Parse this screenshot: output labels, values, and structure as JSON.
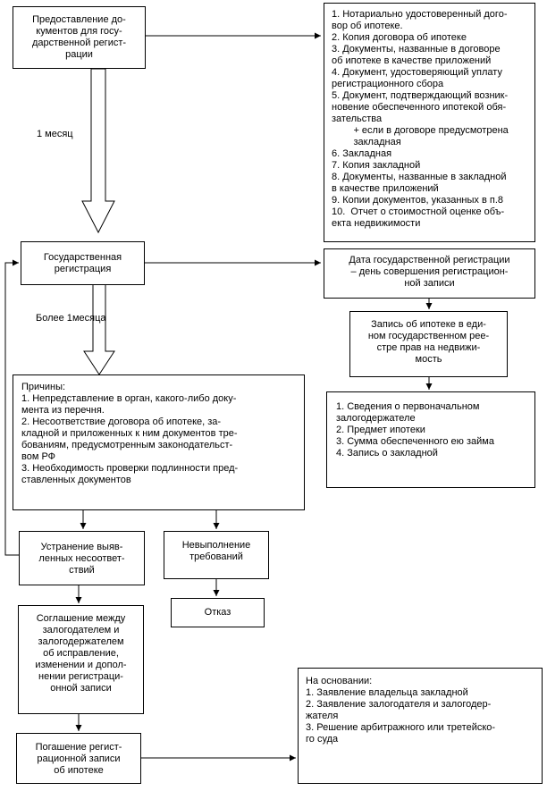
{
  "boxes": {
    "submission": [
      "Предоставление до-",
      "кументов для госу-",
      "дарственной регист-",
      "рации"
    ],
    "documents_list": [
      "1. Нотариально удостоверенный дого-",
      "вор об ипотеке.",
      "2. Копия договора об ипотеке",
      "3. Документы, названные в договоре",
      "об ипотеке в качестве приложений",
      "4. Документ, удостоверяющий уплату",
      "регистрационного сбора",
      "5. Документ, подтверждающий возник-",
      "новение обеспеченного ипотекой обя-",
      "зательства",
      "        + если в договоре предусмотрена",
      "        закладная",
      "6. Закладная",
      "7. Копия закладной",
      "8. Документы, названные в закладной",
      "в качестве приложений",
      "9. Копии документов, указанных в п.8",
      "10.  Отчет о стоимостной оценке объ-",
      "екта недвижимости"
    ],
    "state_registration": [
      "Государственная",
      "регистрация"
    ],
    "registration_date": [
      "Дата государственной регистрации",
      "– день совершения регистрацион-",
      "ной записи"
    ],
    "register_entry": [
      "Запись об ипотеке в еди-",
      "ном государственном рее-",
      "стре прав на недвижи-",
      "мость"
    ],
    "entry_details": [
      "1. Сведения о первоначальном",
      "залогодержателе",
      "2. Предмет ипотеки",
      "3. Сумма обеспеченного ею займа",
      "4. Запись о закладной"
    ],
    "reasons": [
      "Причины:",
      "1. Непредставление в орган, какого-либо доку-",
      "мента из перечня.",
      "2. Несоответствие договора об ипотеке, за-",
      "кладной и приложенных к ним документов тре-",
      "бованиям, предусмотренным законодательст-",
      "вом РФ",
      "3. Необходимость проверки подлинности пред-",
      "ставленных документов"
    ],
    "elimination": [
      "Устранение выяв-",
      "ленных несоответ-",
      "ствий"
    ],
    "non_compliance": [
      "Невыполнение",
      "требований"
    ],
    "refusal": [
      "Отказ"
    ],
    "agreement": [
      "Соглашение между",
      "залогодателем и",
      "залогодержателем",
      "об исправление,",
      "изменении и допол-",
      "нении регистраци-",
      "онной записи"
    ],
    "repayment": [
      "Погашение регист-",
      "рационной записи",
      "об ипотеке"
    ],
    "grounds": [
      "На основании:",
      "1. Заявление владельца закладной",
      "2. Заявление залогодателя и залогодер-",
      "жателя",
      "3. Решение арбитражного или третейско-",
      "го суда"
    ]
  },
  "labels": {
    "one_month": "1 месяц",
    "more_than_month": [
      "Более 1",
      "месяца"
    ]
  }
}
